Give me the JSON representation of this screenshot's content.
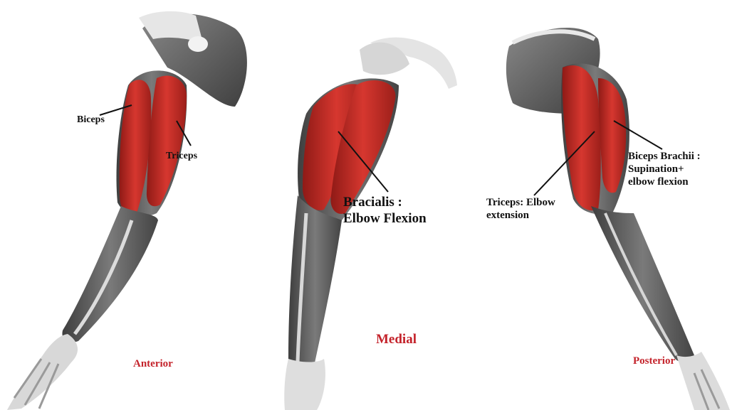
{
  "labels": {
    "biceps": "Biceps",
    "triceps": "Triceps",
    "bracialis_line1": "Bracialis :",
    "bracialis_line2": "Elbow Flexion",
    "triceps_ext_line1": "Triceps: Elbow",
    "triceps_ext_line2": "extension",
    "biceps_brachii_line1": "Biceps Brachii :",
    "biceps_brachii_line2": "Supination+",
    "biceps_brachii_line3": "elbow flexion"
  },
  "views": {
    "anterior": "Anterior",
    "medial": "Medial",
    "posterior": "Posterior"
  },
  "colors": {
    "muscle_red": "#c8302a",
    "muscle_red_dark": "#8f1a16",
    "bone": "#e9e9e9",
    "tissue_gray": "#6f6f6f",
    "tissue_dark": "#4a4a4a",
    "view_label": "#c4232b",
    "leader_line": "#111111"
  }
}
